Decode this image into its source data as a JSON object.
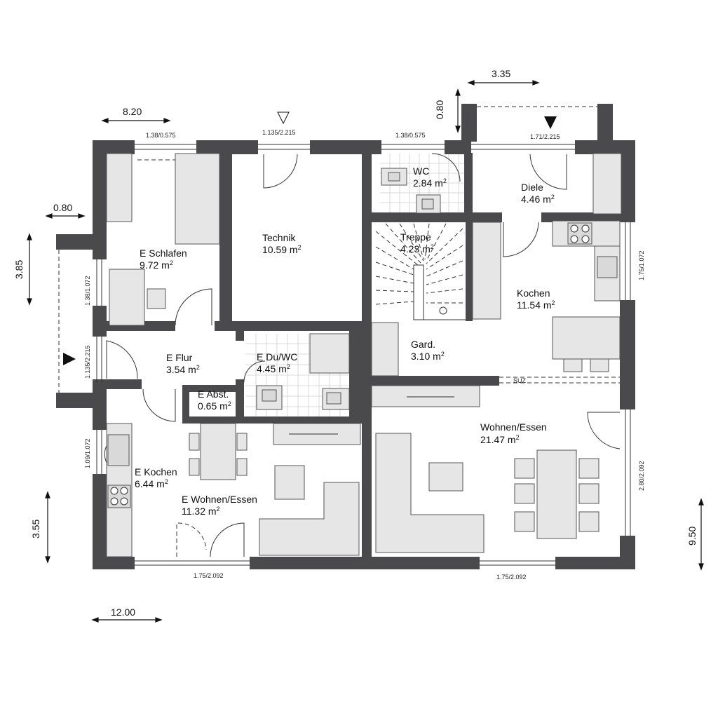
{
  "rooms": {
    "e_schlafen": {
      "name": "E Schlafen",
      "area": "9.72 m",
      "sup": "2"
    },
    "technik": {
      "name": "Technik",
      "area": "10.59 m",
      "sup": "2"
    },
    "wc": {
      "name": "WC",
      "area": "2.84 m",
      "sup": "2"
    },
    "diele": {
      "name": "Diele",
      "area": "4.46 m",
      "sup": "2"
    },
    "treppe": {
      "name": "Treppe",
      "area": "4.23 m",
      "sup": "2"
    },
    "kochen": {
      "name": "Kochen",
      "area": "11.54 m",
      "sup": "2"
    },
    "e_flur": {
      "name": "E Flur",
      "area": "3.54 m",
      "sup": "2"
    },
    "e_du_wc": {
      "name": "E Du/WC",
      "area": "4.45 m",
      "sup": "2"
    },
    "gard": {
      "name": "Gard.",
      "area": "3.10 m",
      "sup": "2"
    },
    "e_abst": {
      "name": "E Abst.",
      "area": "0.65 m",
      "sup": "2"
    },
    "wohnen_essen": {
      "name": "Wohnen/Essen",
      "area": "21.47 m",
      "sup": "2"
    },
    "e_kochen": {
      "name": "E Kochen",
      "area": "6.44 m",
      "sup": "2"
    },
    "e_wohnen_essen": {
      "name": "E Wohnen/Essen",
      "area": "11.32 m",
      "sup": "2"
    }
  },
  "dimensions": {
    "d_820": "8.20",
    "d_335": "3.35",
    "d_080_top": "0.80",
    "d_080_left": "0.80",
    "d_385": "3.85",
    "d_355": "3.55",
    "d_950": "9.50",
    "d_1200": "12.00"
  },
  "openings": {
    "w_top_1": "1.38/0.575",
    "w_top_2": "1.135/2.215",
    "w_top_3": "1.38/0.575",
    "w_top_4": "1.71/2.215",
    "w_left_1": "1.38/1.072",
    "w_left_2": "1.135/2.215",
    "w_left_3": "1.09/1.072",
    "w_right_1": "1.75/1.072",
    "w_right_2": "2.80/2.092",
    "w_bottom_1": "1.75/2.092",
    "w_bottom_2": "1.75/2.092",
    "suz": "SUZ"
  }
}
